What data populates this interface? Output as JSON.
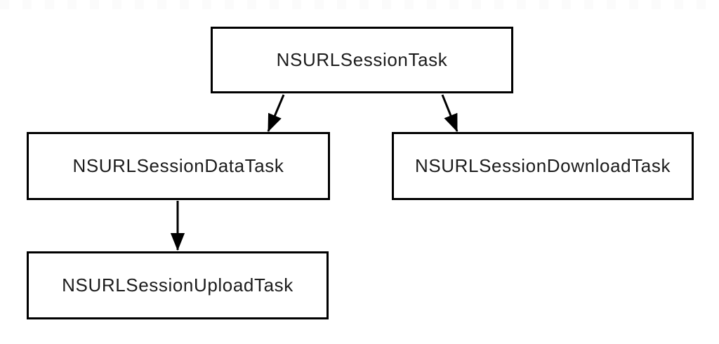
{
  "diagram": {
    "nodes": [
      {
        "id": "task",
        "label": "NSURLSessionTask"
      },
      {
        "id": "data",
        "label": "NSURLSessionDataTask"
      },
      {
        "id": "download",
        "label": "NSURLSessionDownloadTask"
      },
      {
        "id": "upload",
        "label": "NSURLSessionUploadTask"
      }
    ],
    "edges": [
      {
        "from": "NSURLSessionTask",
        "to": "NSURLSessionDataTask"
      },
      {
        "from": "NSURLSessionTask",
        "to": "NSURLSessionDownloadTask"
      },
      {
        "from": "NSURLSessionDataTask",
        "to": "NSURLSessionUploadTask"
      }
    ],
    "colors": {
      "background": "#ffffff",
      "box_fill": "#ffffff",
      "box_border": "#000000",
      "text": "#1c1c1c",
      "arrow": "#000000"
    }
  }
}
